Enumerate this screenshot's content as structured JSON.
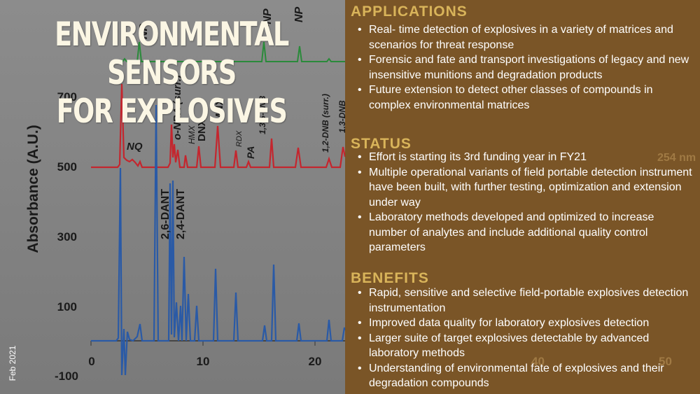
{
  "title": {
    "line1": "ENVIRONMENTAL SENSORS",
    "line2": "FOR EXPLOSIVES"
  },
  "date": "Feb 2021",
  "chart": {
    "ylabel": "Absorbance (A.U.)",
    "yticks": [
      "700",
      "500",
      "300",
      "100",
      "-100"
    ],
    "xticks": [
      "0",
      "10",
      "20"
    ],
    "peak_labels_red": [
      "NQ",
      "o-NBA (surr.)",
      "HMX",
      "DNX",
      "MNX",
      "RDX",
      "PA",
      "1,3,5-TNB",
      "1,2-DNB (surr.)",
      "1,3-DNB"
    ],
    "peak_labels_blue": [
      "2,6-DANT",
      "2,4-DANT"
    ],
    "peak_labels_green": [
      "NP",
      "-NP",
      "NP"
    ],
    "background_labels": [
      "254 nm",
      "40",
      "50"
    ],
    "colors": {
      "red_trace": "#c4262e",
      "blue_trace": "#2a5aa6",
      "green_trace": "#2a8a3a"
    }
  },
  "sections": [
    {
      "heading": "APPLICATIONS",
      "items": [
        "Real- time detection of explosives in a variety of matrices and scenarios for threat response",
        "Forensic and fate and transport investigations of legacy and new insensitive munitions and degradation products",
        "Future extension to detect other classes of compounds in complex environmental matrices"
      ]
    },
    {
      "heading": "STATUS",
      "items": [
        "Effort is starting its 3rd funding year in FY21",
        "Multiple operational variants of field portable detection instrument have been built, with further testing, optimization and extension under way",
        "Laboratory methods developed and optimized to increase number of analytes and include additional quality control parameters"
      ]
    },
    {
      "heading": "BENEFITS",
      "items": [
        "Rapid, sensitive and selective field-portable explosives detection instrumentation",
        "Improved data quality for laboratory explosives detection",
        "Larger suite of target explosives detectable by advanced laboratory methods",
        "Understanding of environmental fate of explosives and their degradation compounds"
      ]
    }
  ]
}
